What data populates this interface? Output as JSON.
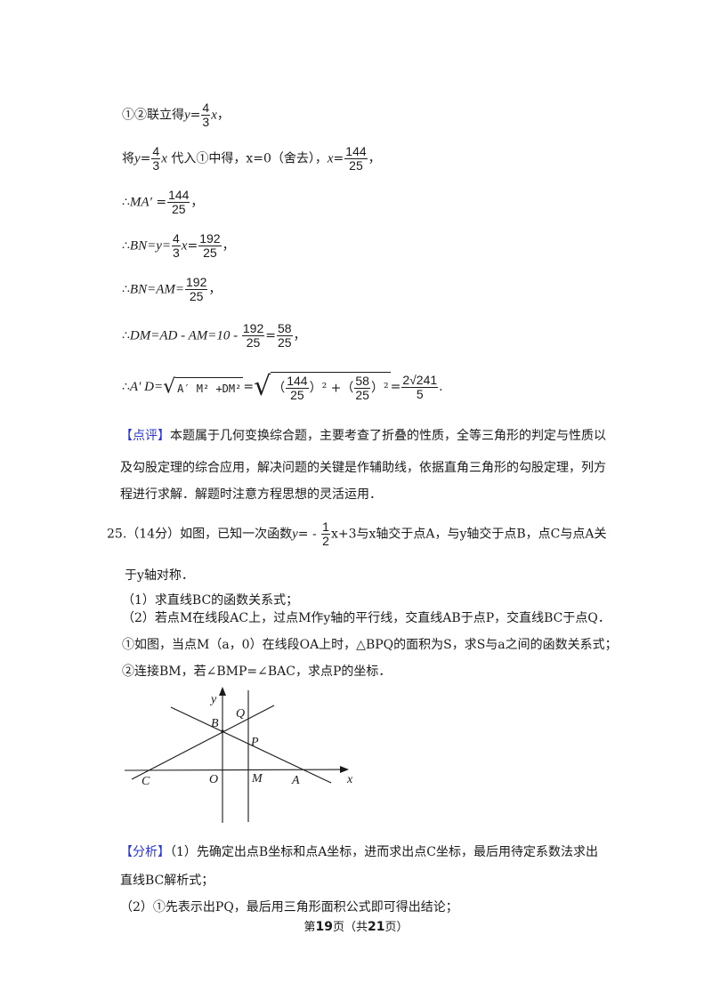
{
  "solution_steps": {
    "step1": {
      "prefix": "①②联立得",
      "lhs": "y",
      "eq": "=",
      "frac_num": "4",
      "frac_den": "3",
      "suffix_var": "x",
      "tail": "，"
    },
    "step2": {
      "prefix": "将",
      "lhs": "y",
      "eq": "=",
      "frac_num": "4",
      "frac_den": "3",
      "suffix_var": "x",
      "mid": "代入①中得，",
      "x_eq_0": "x=0（舍去），",
      "x_var": "x",
      "eq2": "=",
      "res_num": "144",
      "res_den": "25",
      "tail": "，"
    },
    "step3": {
      "therefore": "∴",
      "lhs": "MA′",
      "eq": " =",
      "res_num": "144",
      "res_den": "25",
      "tail": "，"
    },
    "step4": {
      "therefore": "∴",
      "lhs": "BN=y=",
      "frac_num": "4",
      "frac_den": "3",
      "var": "x",
      "eq": "=",
      "res_num": "192",
      "res_den": "25",
      "tail": "，"
    },
    "step5": {
      "therefore": "∴",
      "lhs": "BN=AM=",
      "res_num": "192",
      "res_den": "25",
      "tail": "，"
    },
    "step6": {
      "therefore": "∴",
      "lhs": "DM=AD - AM=10 - ",
      "frac_num": "192",
      "frac_den": "25",
      "eq": "=",
      "res_num": "58",
      "res_den": "25",
      "tail": "，"
    },
    "step7": {
      "therefore": "∴",
      "lhs": "A′ D=",
      "sqrt1": "A′  M² +DM²",
      "eq": "=",
      "sqrt2_pre": "（",
      "f1_num": "144",
      "f1_den": "25",
      "sqrt2_mid": "）² +（",
      "f2_num": "58",
      "f2_den": "25",
      "sqrt2_post": "）²",
      "eq2": "=",
      "res_num": "2√241",
      "res_den": "5",
      "tail": "."
    }
  },
  "review": {
    "tag": "【点评】",
    "line1": "本题属于几何变换综合题，主要考查了折叠的性质，全等三角形的判定与性质以",
    "line2": "及勾股定理的综合应用，解决问题的关键是作辅助线，依据直角三角形的勾股定理，列方",
    "line3": "程进行求解．解题时注意方程思想的灵活运用．"
  },
  "question25": {
    "number": "25.",
    "score": "（14分）",
    "intro": "如图，已知一次函数",
    "func_lhs": "y",
    "func_eq": "= - ",
    "func_frac_num": "1",
    "func_frac_den": "2",
    "func_rest": "x+3",
    "after_func": "与x轴交于点A，与y轴交于点B，点C与点A关",
    "line2": "于y轴对称．",
    "part1": "（1）求直线BC的函数关系式；",
    "part2": "（2）若点M在线段AC上，过点M作y轴的平行线，交直线AB于点P，交直线BC于点Q．",
    "part2_1": "①如图，当点M（a，0）在线段OA上时，△BPQ的面积为S，求S与a之间的函数关系式；",
    "part2_2": "②连接BM，若∠BMP=∠BAC，求点P的坐标．"
  },
  "figure": {
    "labels": {
      "y": "y",
      "x": "x",
      "B": "B",
      "Q": "Q",
      "P": "P",
      "C": "C",
      "O": "O",
      "M": "M",
      "A": "A"
    }
  },
  "analysis": {
    "tag": "【分析】",
    "line1": "（1）先确定出点B坐标和点A坐标，进而求出点C坐标，最后用待定系数法求出",
    "line2": "直线BC解析式；",
    "line3": "（2）①先表示出PQ，最后用三角形面积公式即可得出结论；"
  },
  "footer": {
    "pre": "第",
    "page": "19",
    "mid": "页（共",
    "total": "21",
    "post": "页）"
  },
  "colors": {
    "tag_blue": "#2b35d4",
    "text": "#1a1a1a"
  }
}
